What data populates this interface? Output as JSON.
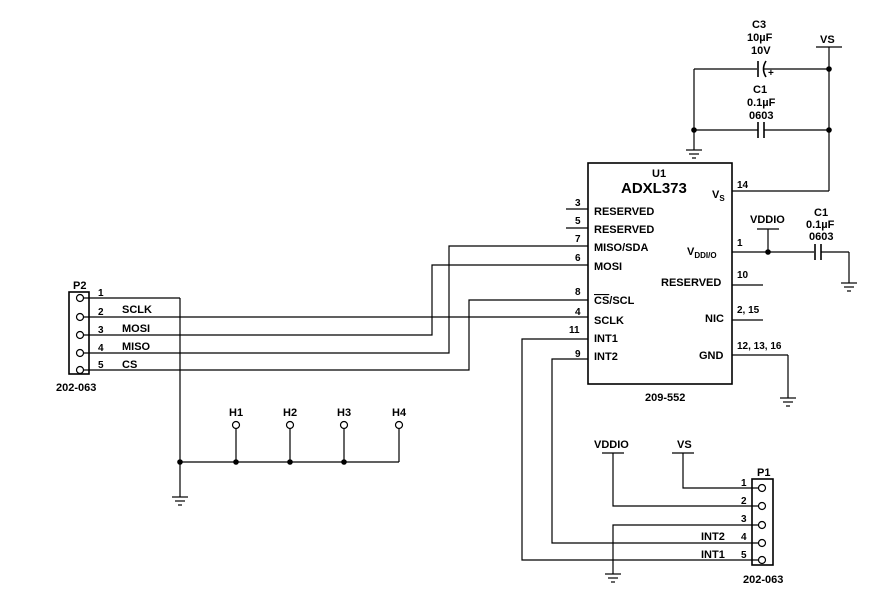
{
  "u1": {
    "ref": "U1",
    "part": "ADXL373",
    "footprint": "209-552",
    "pins_left": [
      {
        "num": "3",
        "label": "RESERVED"
      },
      {
        "num": "5",
        "label": "RESERVED"
      },
      {
        "num": "7",
        "label": "MISO/SDA"
      },
      {
        "num": "6",
        "label": "MOSI"
      },
      {
        "num": "8",
        "label": "CS/SCL",
        "overbar": "CS",
        "rest": "/SCL"
      },
      {
        "num": "4",
        "label": "SCLK"
      },
      {
        "num": "11",
        "label": "INT1"
      },
      {
        "num": "9",
        "label": "INT2"
      }
    ],
    "pins_right": [
      {
        "num": "14",
        "label": "VS",
        "main": "V",
        "sub": "S"
      },
      {
        "num": "1",
        "label": "VDDI/O",
        "main": "V",
        "sub": "DDI/O"
      },
      {
        "num": "10",
        "label": "RESERVED"
      },
      {
        "num": "2, 15",
        "label": "NIC"
      },
      {
        "num": "12, 13, 16",
        "label": "GND"
      }
    ]
  },
  "caps": {
    "c3": {
      "ref": "C3",
      "value": "10µF",
      "rating": "10V",
      "polarity": "+"
    },
    "c1_top": {
      "ref": "C1",
      "value": "0.1µF",
      "size": "0603"
    },
    "c1_right": {
      "ref": "C1",
      "value": "0.1µF",
      "size": "0603"
    }
  },
  "nets": {
    "vs": "VS",
    "vddio": "VDDIO"
  },
  "p2": {
    "ref": "P2",
    "footprint": "202-063",
    "pins": [
      {
        "num": "1",
        "net": ""
      },
      {
        "num": "2",
        "net": "SCLK"
      },
      {
        "num": "3",
        "net": "MOSI"
      },
      {
        "num": "4",
        "net": "MISO"
      },
      {
        "num": "5",
        "net": "CS"
      }
    ]
  },
  "p1": {
    "ref": "P1",
    "footprint": "202-063",
    "pins": [
      {
        "num": "1",
        "net": ""
      },
      {
        "num": "2",
        "net": ""
      },
      {
        "num": "3",
        "net": ""
      },
      {
        "num": "4",
        "net": "INT2"
      },
      {
        "num": "5",
        "net": "INT1"
      }
    ],
    "supply_labels": [
      "VDDIO",
      "VS"
    ]
  },
  "holes": [
    "H1",
    "H2",
    "H3",
    "H4"
  ]
}
